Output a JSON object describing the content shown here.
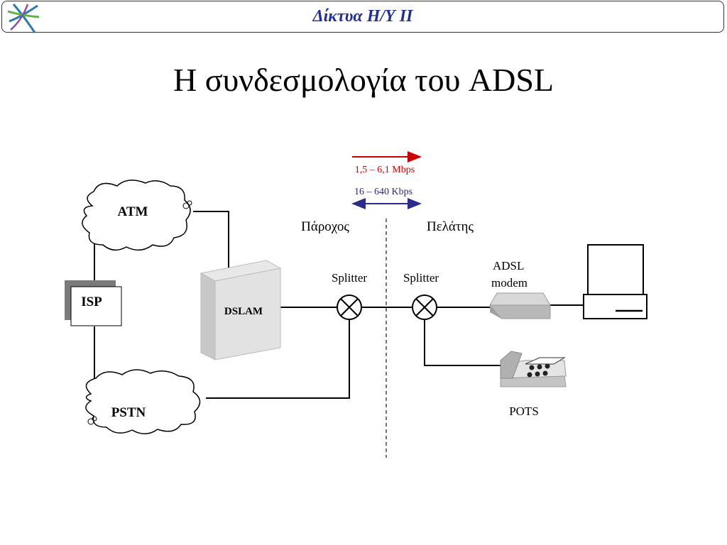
{
  "header": {
    "title": "Δίκτυα Η/Υ ΙΙ"
  },
  "slide": {
    "title": "Η συνδεσμολογία του ADSL"
  },
  "diagram": {
    "downstream": "1,5 – 6,1 Mbps",
    "upstream": "16 – 640 Kbps",
    "provider": "Πάροχος",
    "customer": "Πελάτης",
    "atm": "ATM",
    "isp": "ISP",
    "dslam": "DSLAM",
    "pstn": "PSTN",
    "splitter_left": "Splitter",
    "splitter_right": "Splitter",
    "modem_line1": "ADSL",
    "modem_line2": "modem",
    "pots": "POTS"
  },
  "colors": {
    "header_text": "#1f2f9a",
    "downstream": "#cc0000",
    "upstream": "#2b2b8a"
  }
}
